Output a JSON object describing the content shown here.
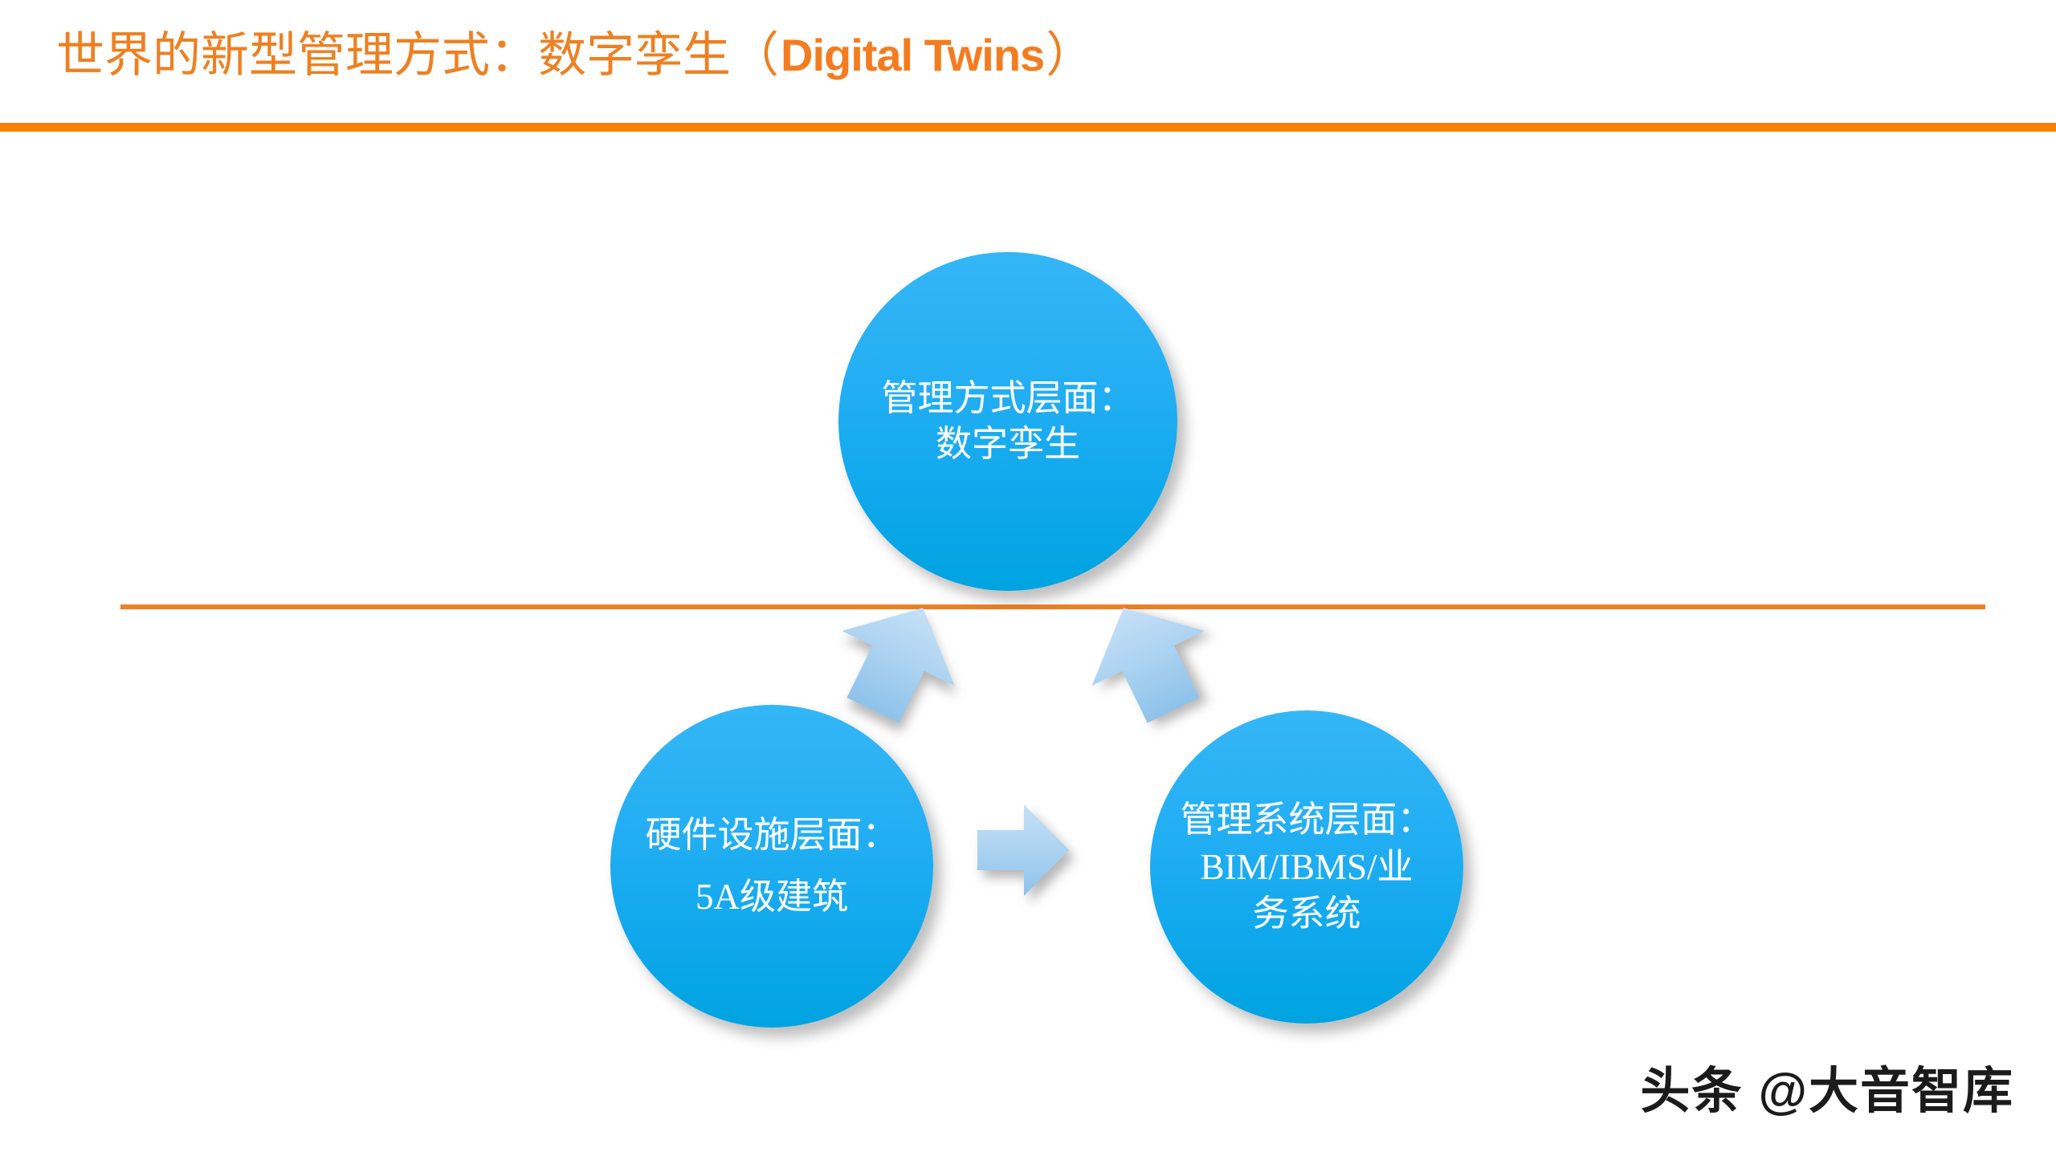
{
  "slide": {
    "background_color": "#FFFFFF",
    "accent_color": "#F98000",
    "circle_color": "#22AEF3",
    "arrow_color": "#A8D2F0"
  },
  "title": {
    "part_cn_1": "世界的新型管理方式：数字孪生（",
    "part_en": "Digital Twins",
    "part_cn_2": "）"
  },
  "rules": {
    "top_rule_color": "#F98000",
    "mid_rule_color": "#EE8024"
  },
  "nodes": {
    "top": {
      "line1": "管理方式层面：",
      "line2": "数字孪生"
    },
    "bottom_left": {
      "line1": "硬件设施层面：",
      "line2": "5A级建筑"
    },
    "bottom_right": {
      "line1": "管理系统层面：",
      "line2": "BIM/IBMS/业",
      "line3": "务系统"
    }
  },
  "arrows": {
    "left_up": "arrow-up-left-tilted",
    "right_up": "arrow-up-right-tilted",
    "mid_right": "arrow-right"
  },
  "watermark": {
    "text": "头条 @大音智库"
  }
}
